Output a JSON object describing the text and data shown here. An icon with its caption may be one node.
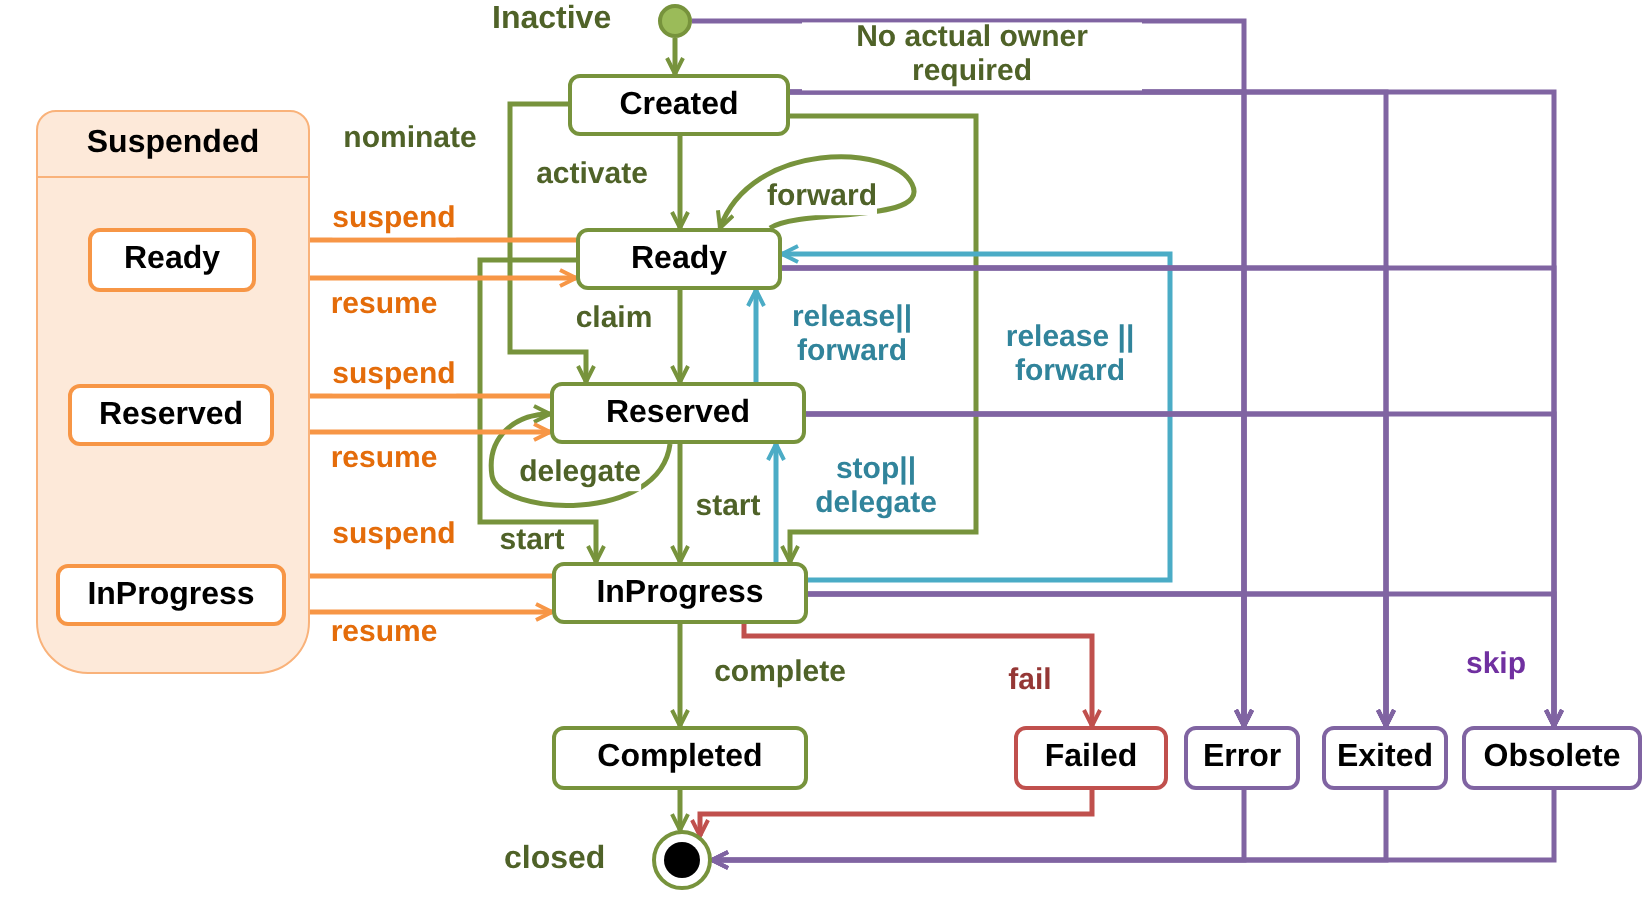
{
  "diagram": {
    "nodes": [
      {
        "text": [
          "Suspended"
        ]
      },
      {
        "text": [
          "Ready"
        ],
        "in": 0
      },
      {
        "text": [
          "Reserved"
        ],
        "in": 0
      },
      {
        "text": [
          "InProgress"
        ],
        "in": 0
      },
      {
        "text": [],
        "shape": "circle",
        "beside": [
          "Inactive"
        ]
      },
      {
        "text": [
          "Created"
        ]
      },
      {
        "text": [
          "Ready"
        ]
      },
      {
        "text": [
          "Reserved"
        ]
      },
      {
        "text": [
          "InProgress"
        ]
      },
      {
        "text": [
          "Completed"
        ]
      },
      {
        "text": [
          "Failed"
        ]
      },
      {
        "text": [
          "Error"
        ]
      },
      {
        "text": [
          "Exited"
        ]
      },
      {
        "text": [
          "Obsolete"
        ]
      },
      {
        "text": [],
        "shape": "circle",
        "beside": [
          "closed"
        ]
      }
    ],
    "edges": [
      {
        "from": 4,
        "to": 5,
        "arrow": "to",
        "color": "#77933c"
      },
      {
        "from": 5,
        "to": 6,
        "arrow": "to",
        "label": "activate",
        "color": "#77933c"
      },
      {
        "from": 5,
        "to": 7,
        "arrow": "to",
        "label": "nominate",
        "color": "#77933c"
      },
      {
        "from": 6,
        "to": 6,
        "arrow": "to",
        "label": "forward",
        "color": "#77933c"
      },
      {
        "from": 6,
        "to": 7,
        "arrow": "to",
        "label": "claim",
        "color": "#77933c"
      },
      {
        "from": 7,
        "to": 6,
        "arrow": "to",
        "label": "release|| forward",
        "color": "#4bacc6"
      },
      {
        "from": 5,
        "to": 8,
        "arrow": "to",
        "label": "No actual owner required",
        "color": "#77933c"
      },
      {
        "from": 6,
        "to": 8,
        "arrow": "to",
        "label": "start",
        "color": "#77933c"
      },
      {
        "from": 7,
        "to": 7,
        "arrow": "to",
        "label": "delegate",
        "color": "#77933c"
      },
      {
        "from": 7,
        "to": 8,
        "arrow": "to",
        "label": "start",
        "color": "#77933c"
      },
      {
        "from": 8,
        "to": 7,
        "arrow": "to",
        "label": "stop|| delegate",
        "color": "#4bacc6"
      },
      {
        "from": 8,
        "to": 6,
        "arrow": "to",
        "label": "release || forward",
        "color": "#4bacc6"
      },
      {
        "from": 6,
        "to": 1,
        "arrow": "to",
        "label": "suspend",
        "color": "#f79646"
      },
      {
        "from": 1,
        "to": 6,
        "arrow": "to",
        "label": "resume",
        "color": "#f79646"
      },
      {
        "from": 7,
        "to": 2,
        "arrow": "to",
        "label": "suspend",
        "color": "#f79646"
      },
      {
        "from": 2,
        "to": 7,
        "arrow": "to",
        "label": "resume",
        "color": "#f79646"
      },
      {
        "from": 8,
        "to": 3,
        "arrow": "to",
        "label": "suspend",
        "color": "#f79646"
      },
      {
        "from": 3,
        "to": 8,
        "arrow": "to",
        "label": "resume",
        "color": "#f79646"
      },
      {
        "from": 8,
        "to": 9,
        "arrow": "to",
        "label": "complete",
        "color": "#77933c"
      },
      {
        "from": 8,
        "to": 10,
        "arrow": "to",
        "label": "fail",
        "color": "#c0504d"
      },
      {
        "from": 9,
        "to": 14,
        "arrow": "to",
        "color": "#77933c"
      },
      {
        "from": 10,
        "to": 14,
        "arrow": "to",
        "color": "#c0504d"
      },
      {
        "from": 4,
        "to": 11,
        "arrow": "to"
      },
      {
        "from": 5,
        "to": 11,
        "arrow": "to"
      },
      {
        "from": 5,
        "to": 12,
        "arrow": "to"
      },
      {
        "from": 5,
        "to": 13,
        "arrow": "to"
      },
      {
        "from": 6,
        "to": 11,
        "arrow": "to"
      },
      {
        "from": 6,
        "to": 12,
        "arrow": "to"
      },
      {
        "from": 6,
        "to": 13,
        "arrow": "to"
      },
      {
        "from": 7,
        "to": 11,
        "arrow": "to"
      },
      {
        "from": 7,
        "to": 12,
        "arrow": "to"
      },
      {
        "from": 7,
        "to": 13,
        "arrow": "to"
      },
      {
        "from": 8,
        "to": 11,
        "arrow": "to"
      },
      {
        "from": 8,
        "to": 12,
        "arrow": "to"
      },
      {
        "from": 8,
        "to": 13,
        "arrow": "to",
        "label": "skip"
      },
      {
        "from": 11,
        "to": 14,
        "arrow": "to"
      },
      {
        "from": 12,
        "to": 14,
        "arrow": "to"
      },
      {
        "from": 13,
        "to": 14,
        "arrow": "to"
      }
    ]
  }
}
